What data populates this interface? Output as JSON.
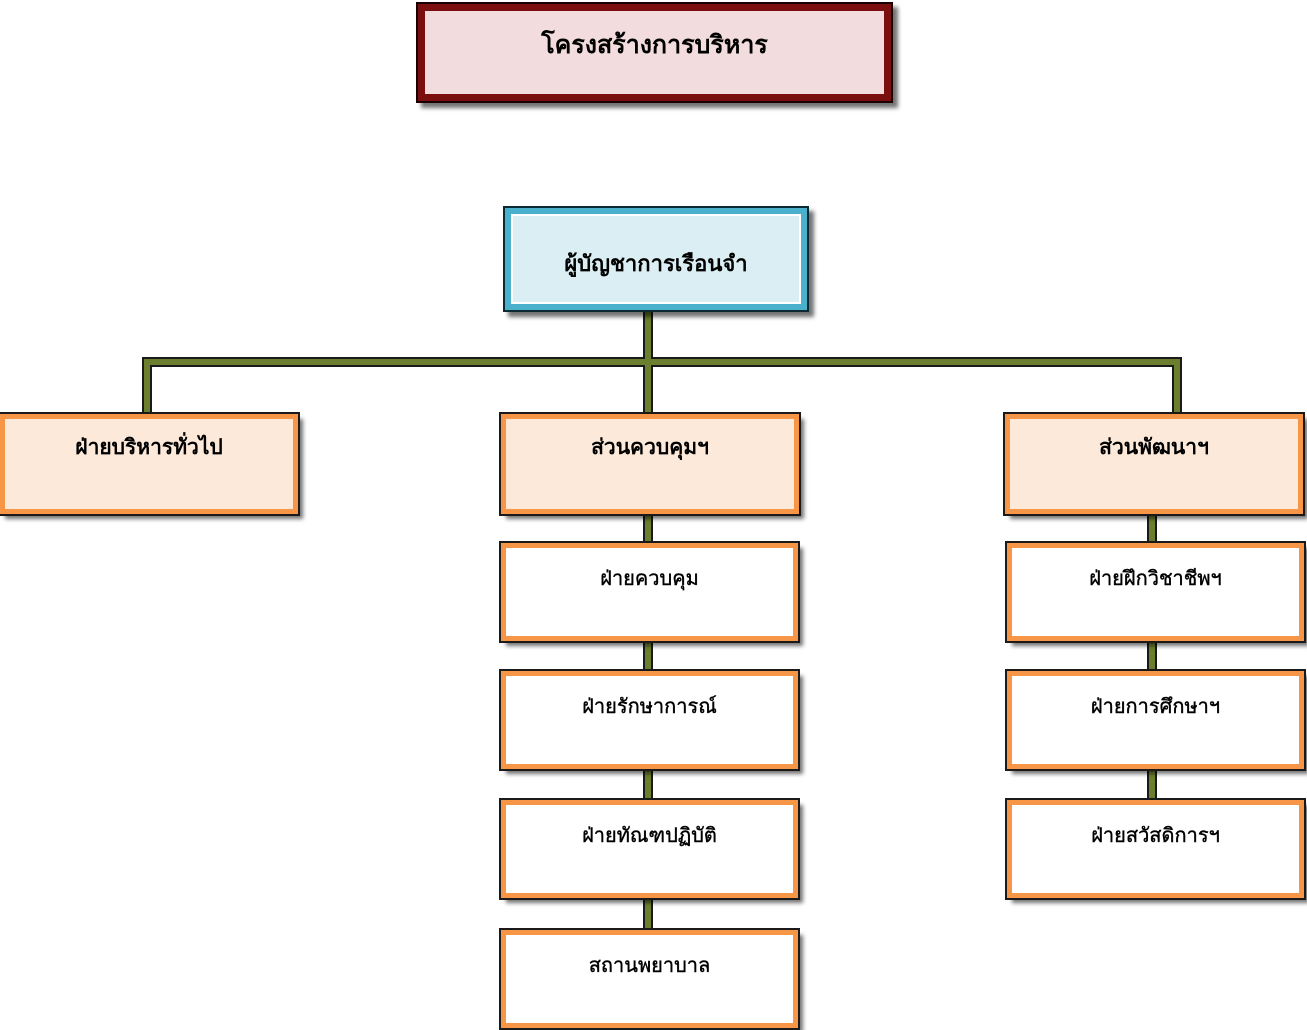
{
  "title": "โครงสร้างการบริหาร",
  "director": "ผู้บัญชาการเรือนจำ",
  "sections": [
    {
      "label": "ฝ่ายบริหารทั่วไป",
      "units": []
    },
    {
      "label": "ส่วนควบคุมฯ",
      "units": [
        "ฝ่ายควบคุม",
        "ฝ่ายรักษาการณ์",
        "ฝ่ายทัณฑปฏิบัติ",
        "สถานพยาบาล"
      ]
    },
    {
      "label": "ส่วนพัฒนาฯ",
      "units": [
        "ฝ่ายฝึกวิชาชีพฯ",
        "ฝ่ายการศึกษาฯ",
        "ฝ่ายสวัสดิการฯ"
      ]
    }
  ],
  "colors": {
    "title_frame": "#7b0f0f",
    "title_fill": "#f2dcdd",
    "director_frame": "#4ab0cc",
    "director_fill": "#daeef3",
    "section_fill": "#fde9d9",
    "box_border": "#f79646",
    "connector": "#6b7f2e"
  }
}
